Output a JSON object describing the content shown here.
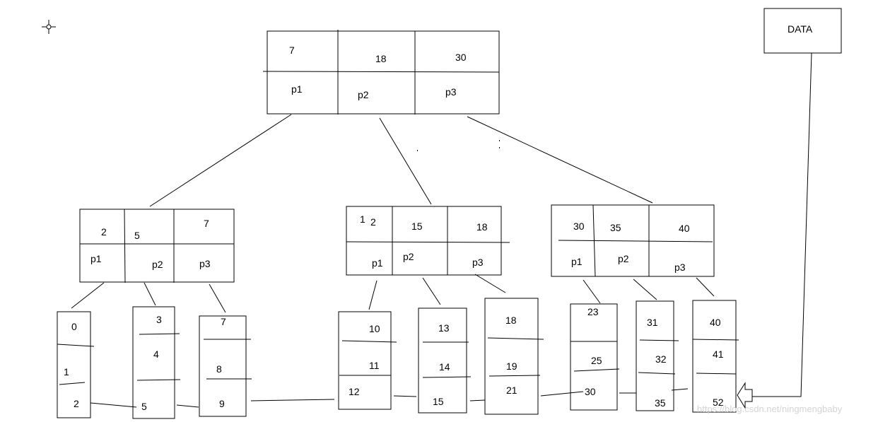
{
  "root": {
    "keys": [
      "7",
      "18",
      "30"
    ],
    "pointers": [
      "p1",
      "p2",
      "p3"
    ]
  },
  "internal": [
    {
      "keys": [
        "2",
        "5",
        "7"
      ],
      "pointers": [
        "p1",
        "p2",
        "p3"
      ]
    },
    {
      "keys": [
        "1",
        "2",
        "15",
        "18"
      ],
      "pointers": [
        "p1",
        "p2",
        "p3"
      ]
    },
    {
      "keys": [
        "30",
        "35",
        "40"
      ],
      "pointers": [
        "p1",
        "p2",
        "p3"
      ]
    }
  ],
  "leaves": [
    [
      "0",
      "1",
      "2"
    ],
    [
      "3",
      "4",
      "5"
    ],
    [
      "7",
      "8",
      "9"
    ],
    [
      "10",
      "11",
      "12"
    ],
    [
      "13",
      "14",
      "15"
    ],
    [
      "18",
      "19",
      "21"
    ],
    [
      "23",
      "25",
      "30"
    ],
    [
      "31",
      "32",
      "35"
    ],
    [
      "40",
      "41",
      "52"
    ]
  ],
  "data_box": {
    "label": "DATA"
  },
  "watermark": "https://blog.csdn.net/ningmengbaby"
}
